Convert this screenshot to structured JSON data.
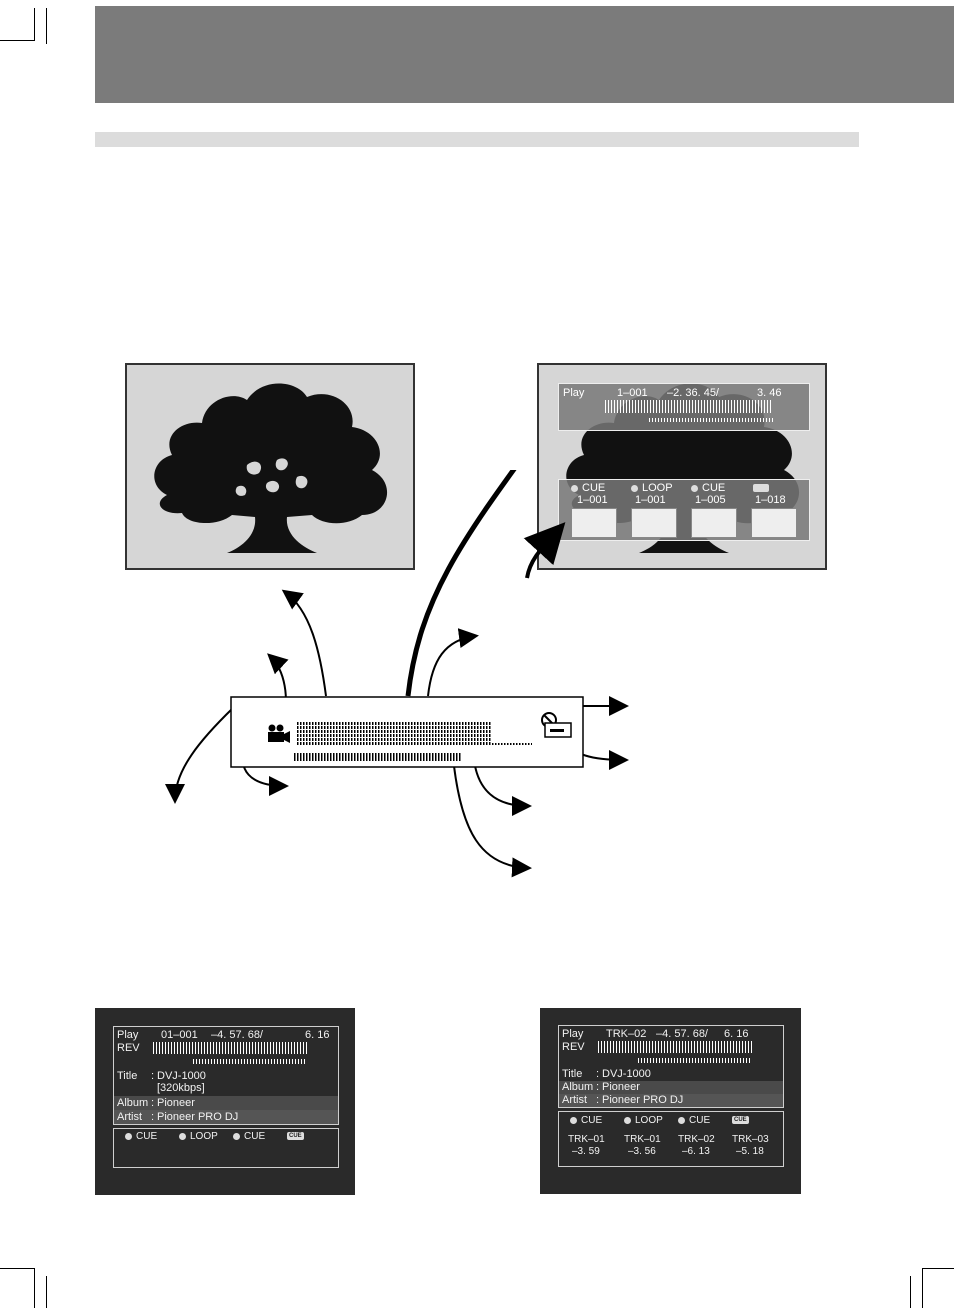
{
  "page": {
    "colors": {
      "header": "#7b7b7b",
      "subheader": "#dcdcdc",
      "osd_bg": "#2a2a2a",
      "panel_bg": "#d6d6d6"
    }
  },
  "tree_overlay": {
    "status": {
      "mode": "Play",
      "track": "1–001",
      "time": "–2. 36. 45/",
      "total": "3. 46"
    },
    "memories": [
      {
        "type": "CUE",
        "track": "1–001"
      },
      {
        "type": "LOOP",
        "track": "1–001"
      },
      {
        "type": "CUE",
        "track": "1–005"
      },
      {
        "type": "",
        "track": "1–018"
      }
    ]
  },
  "osd_left": {
    "mode": "Play",
    "direction": "REV",
    "track": "01–001",
    "time": "–4. 57. 68/",
    "total": "6. 16",
    "rows": [
      {
        "label": "Title",
        "sep": ":",
        "value": "DVJ-1000"
      },
      {
        "label": "",
        "sep": "",
        "value": "[320kbps]"
      },
      {
        "label": "Album",
        "sep": ":",
        "value": "Pioneer"
      },
      {
        "label": "Artist",
        "sep": ":",
        "value": "Pioneer PRO DJ"
      }
    ],
    "memories": [
      "CUE",
      "LOOP",
      "CUE"
    ],
    "badge": "CUE"
  },
  "osd_right": {
    "mode": "Play",
    "direction": "REV",
    "track": "TRK–02",
    "time": "–4. 57. 68/",
    "total": "6. 16",
    "rows": [
      {
        "label": "Title",
        "sep": ":",
        "value": "DVJ-1000"
      },
      {
        "label": "Album",
        "sep": ":",
        "value": "Pioneer"
      },
      {
        "label": "Artist",
        "sep": ":",
        "value": "Pioneer PRO DJ"
      }
    ],
    "memories": [
      "CUE",
      "LOOP",
      "CUE"
    ],
    "badge": "CUE",
    "points": [
      {
        "track": "TRK–01",
        "time": "–3. 59"
      },
      {
        "track": "TRK–01",
        "time": "–3. 56"
      },
      {
        "track": "TRK–02",
        "time": "–6. 13"
      },
      {
        "track": "TRK–03",
        "time": "–5. 18"
      }
    ]
  }
}
